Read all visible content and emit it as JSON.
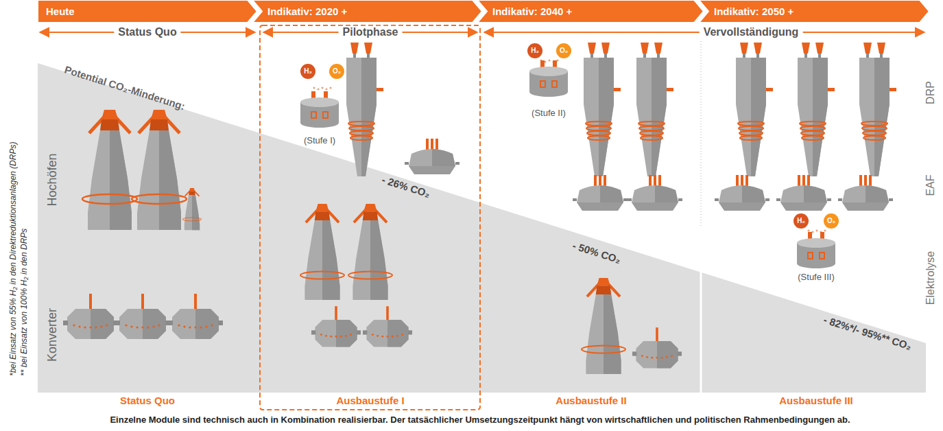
{
  "diagram": {
    "caption": "Einzelne Module sind technisch auch in Kombination realisierbar. Der tatsächlicher Umsetzungszeitpunkt hängt von wirtschaftlichen und politischen Rahmenbedingungen ab.",
    "nodes": [
      {
        "text": [
          "Heute"
        ]
      },
      {
        "text": [
          "Indikativ: 2020 +"
        ]
      },
      {
        "text": [
          "Indikativ: 2040 +"
        ]
      },
      {
        "text": [
          "Indikativ: 2050 +"
        ]
      },
      {
        "text": [
          "H₂"
        ]
      },
      {
        "text": [
          "O₂"
        ]
      },
      {
        "text": [
          "H₂"
        ]
      },
      {
        "text": [
          "O₂"
        ]
      },
      {
        "text": [
          "H₂"
        ]
      },
      {
        "text": [
          "O₂"
        ]
      }
    ],
    "labels": [
      "Status Quo",
      "Pilotphase",
      "Vervollständigung",
      "Potential CO₂-Minderung:",
      "Hochöfen",
      "Konverter",
      "(Stufe I)",
      "- 26% CO₂",
      "(Stufe II)",
      "- 50% CO₂",
      "(Stufe III)",
      "- 82%*/- 95%** CO₂",
      "DRP",
      "EAF",
      "Elektrolyse",
      "Status Quo",
      "Ausbaustufe I",
      "Ausbaustufe II",
      "Ausbaustufe III",
      "*bei Einsatz von 55% H₂ in den Direktreduktionsanlagen (DRPs)",
      "** bei Einsatz von 100% H₂ in den DRPs"
    ]
  }
}
